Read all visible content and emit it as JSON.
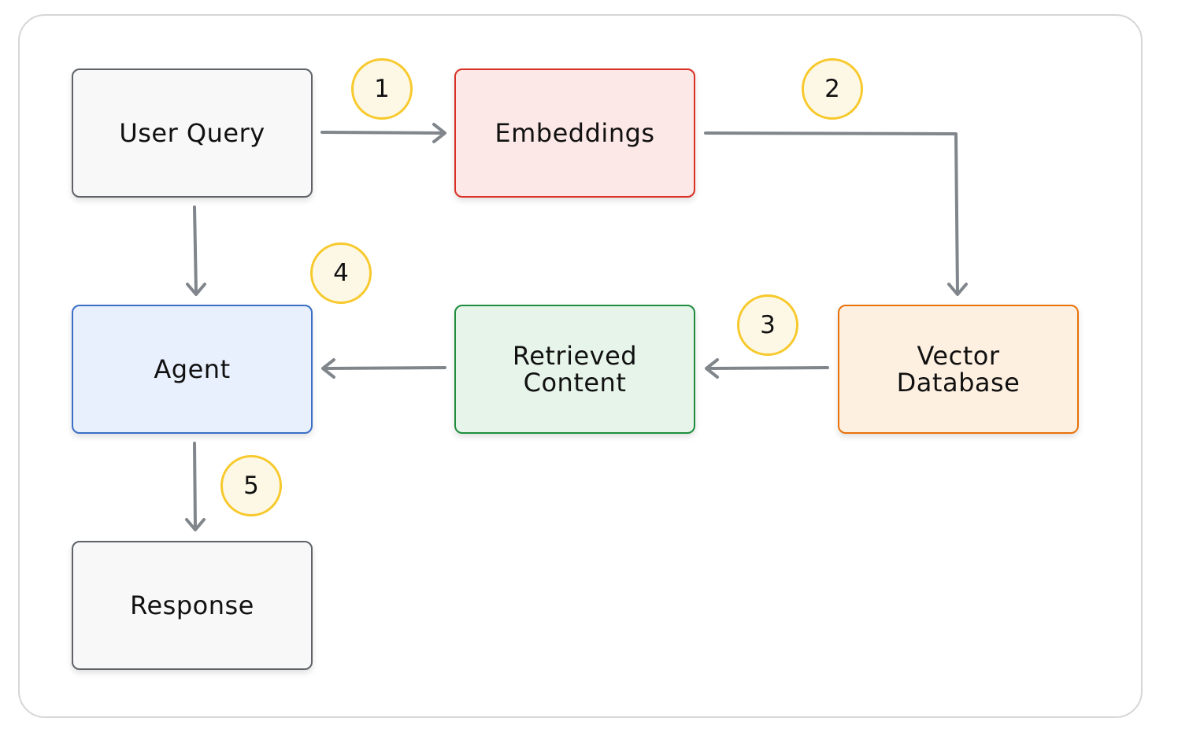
{
  "nodes": {
    "user_query": {
      "label": "User Query",
      "fill": "#f8f8f8",
      "stroke": "#5f6368"
    },
    "embeddings": {
      "label": "Embeddings",
      "fill": "#fce8e6",
      "stroke": "#d93025"
    },
    "vector_db": {
      "label": "Vector\nDatabase",
      "fill": "#fef0e1",
      "stroke": "#e8710a"
    },
    "retrieved": {
      "label": "Retrieved\nContent",
      "fill": "#e6f4ea",
      "stroke": "#1e8e3e"
    },
    "agent": {
      "label": "Agent",
      "fill": "#e8f0fe",
      "stroke": "#3b6fc4"
    },
    "response": {
      "label": "Response",
      "fill": "#f8f8f8",
      "stroke": "#5f6368"
    }
  },
  "steps": [
    "1",
    "2",
    "3",
    "4",
    "5"
  ],
  "colors": {
    "arrow": "#80868b",
    "badge_fill": "#fdf8e6",
    "badge_stroke": "#f7c92c",
    "frame": "#d6d6d6"
  }
}
